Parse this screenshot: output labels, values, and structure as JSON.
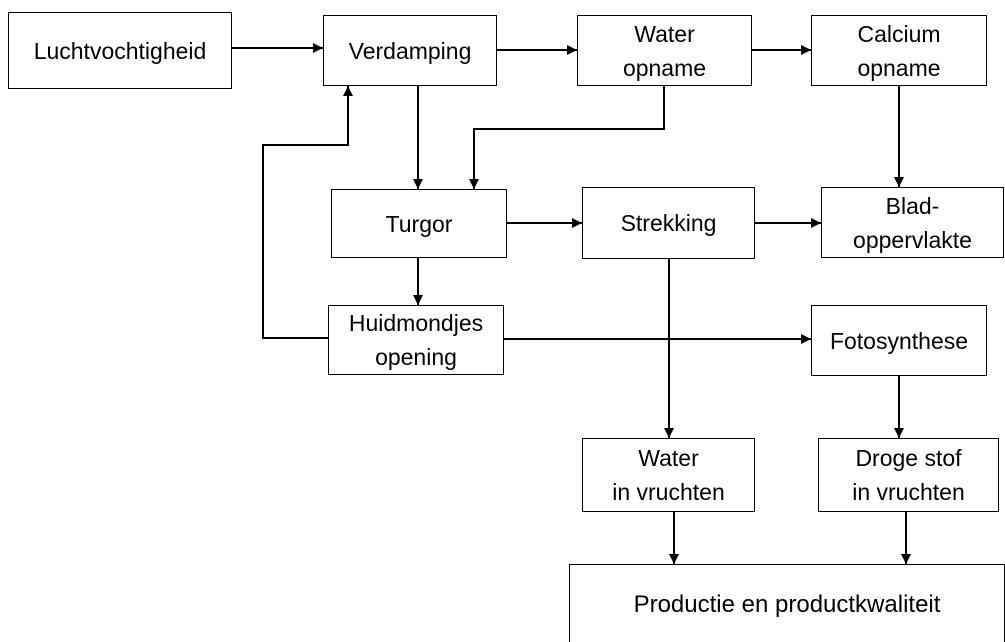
{
  "nodes": {
    "luchtvochtigheid": [
      "Luchtvochtigheid"
    ],
    "verdamping": [
      "Verdamping"
    ],
    "water_opname": [
      "Water",
      "opname"
    ],
    "calcium_opname": [
      "Calcium",
      "opname"
    ],
    "turgor": [
      "Turgor"
    ],
    "strekking": [
      "Strekking"
    ],
    "bladoppervlakte": [
      "Blad-",
      "oppervlakte"
    ],
    "huidmondjes": [
      "Huidmondjes",
      "opening"
    ],
    "fotosynthese": [
      "Fotosynthese"
    ],
    "water_vruchten": [
      "Water",
      "in vruchten"
    ],
    "droge_stof": [
      "Droge stof",
      "in vruchten"
    ],
    "productie": [
      "Productie en productkwaliteit"
    ]
  },
  "colors": {
    "line": "#000000",
    "box_fill": "#ffffff"
  }
}
